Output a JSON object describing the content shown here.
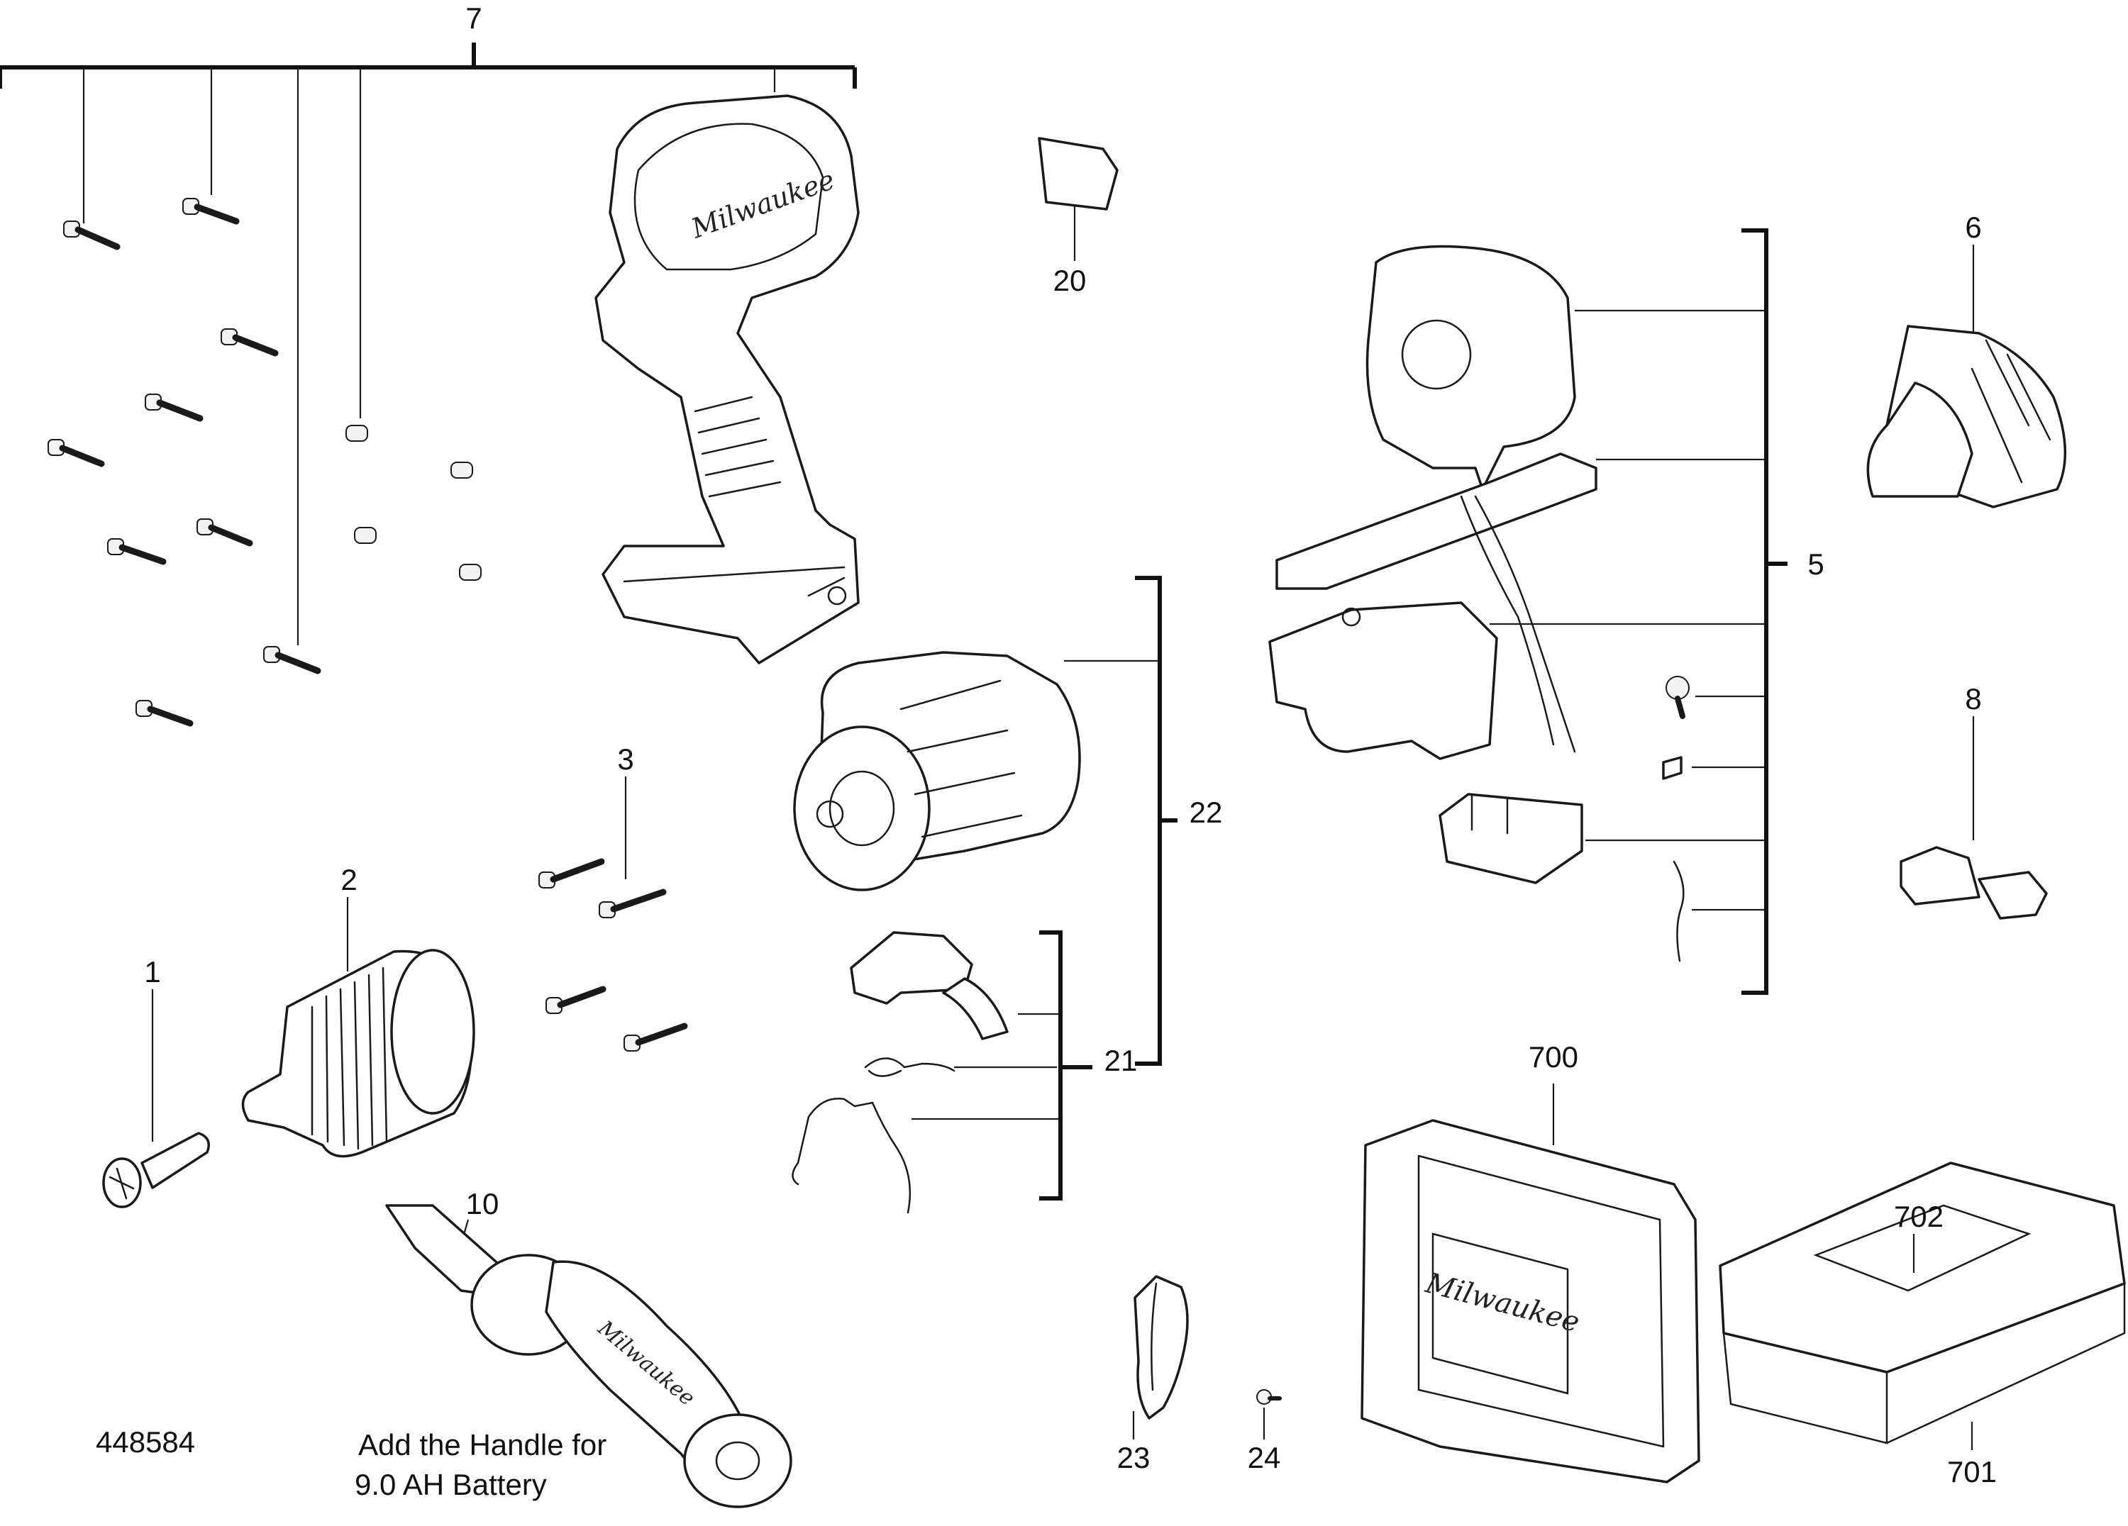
{
  "diagram": {
    "document_number": "448584",
    "note_line1": "Add the Handle for",
    "note_line2": "9.0 AH Battery",
    "brand": "Milwaukee",
    "callouts": {
      "c1": "1",
      "c2": "2",
      "c3": "3",
      "c5": "5",
      "c6": "6",
      "c7": "7",
      "c8": "8",
      "c10": "10",
      "c20": "20",
      "c21": "21",
      "c22": "22",
      "c23": "23",
      "c24": "24",
      "c700": "700",
      "c701": "701",
      "c702": "702"
    }
  }
}
